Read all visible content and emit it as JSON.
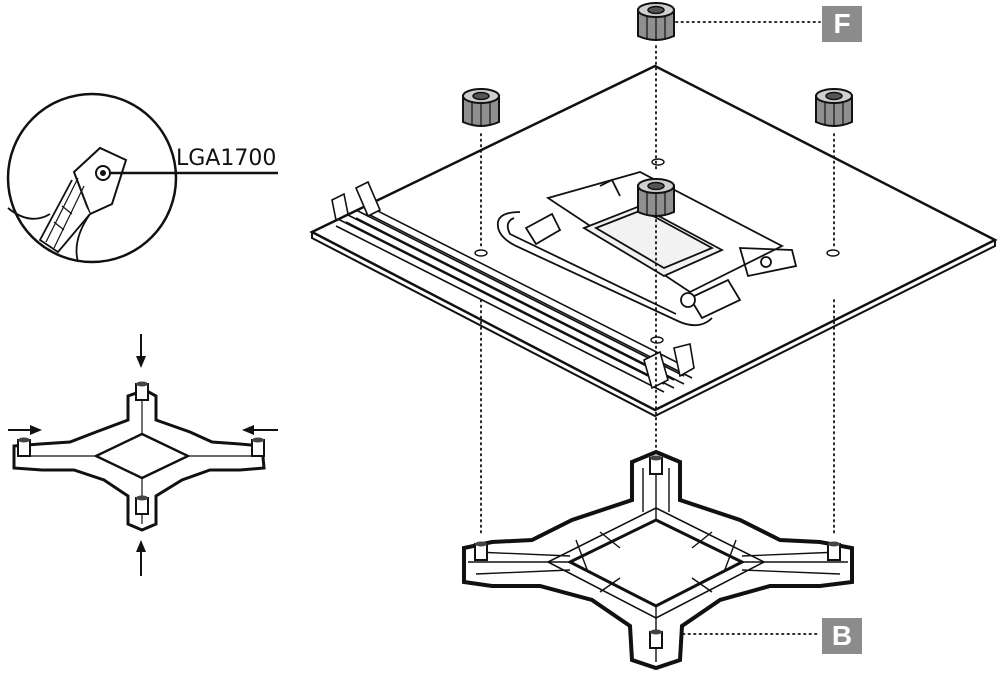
{
  "socket_callout": {
    "label": "LGA1700"
  },
  "parts": {
    "standoff_tag": "F",
    "backplate_tag": "B"
  },
  "colors": {
    "tag_background": "#8c8c8c",
    "standoff_fill": "#8f8f8f",
    "line": "#111111"
  },
  "icons": {
    "insert_arrows": [
      "arrow-down-icon",
      "arrow-up-icon",
      "arrow-right-icon",
      "arrow-left-icon"
    ]
  }
}
